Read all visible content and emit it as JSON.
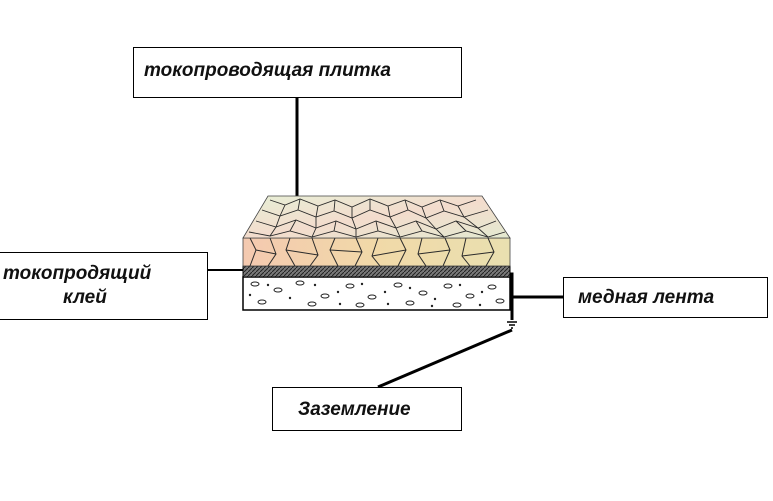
{
  "labels": {
    "tile": "токопроводящая плитка",
    "glue_line1": "токопродящий",
    "glue_line2": "клей",
    "copper": "медная лента",
    "ground": "Заземление"
  },
  "colors": {
    "tile_surface": "#dfe7c9",
    "tile_cracks": "#2b2b2b",
    "tile_front": "#efc9a8",
    "glue_layer": "#555555",
    "base_layer": "#ffffff",
    "lines": "#000000"
  }
}
